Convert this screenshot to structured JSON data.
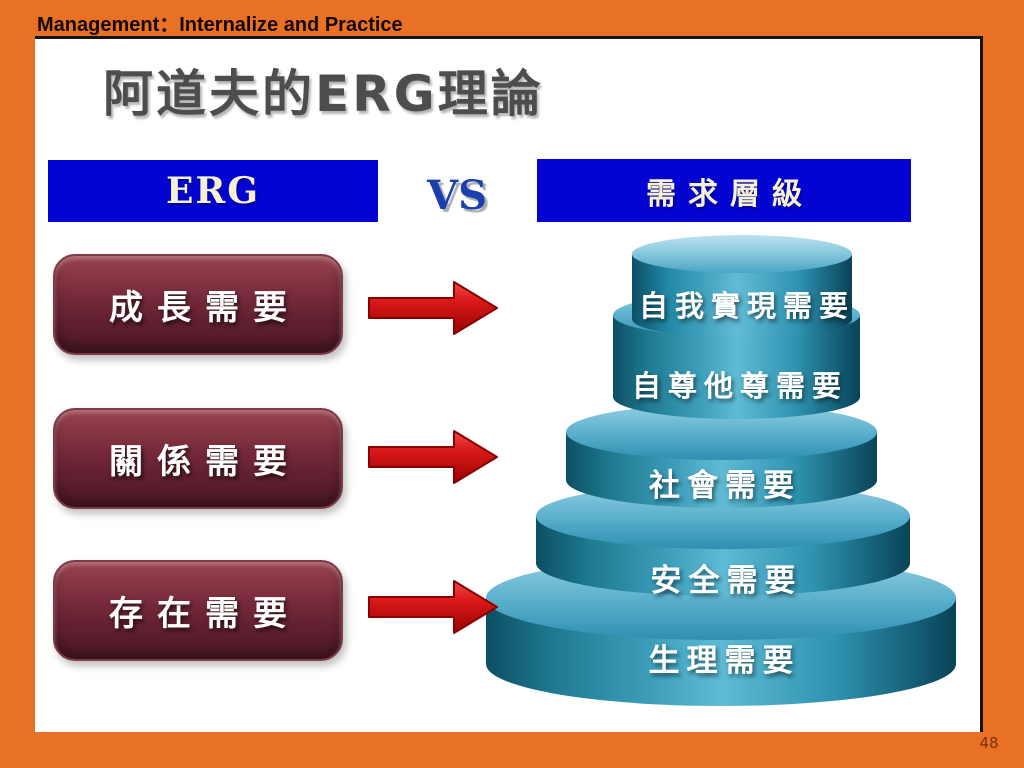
{
  "frame": {
    "header_text": "Management：Internalize and Practice",
    "page_number": "48"
  },
  "slide": {
    "title": "阿道夫的ERG理論",
    "comparison": {
      "left_header": "ERG",
      "vs_label": "VS",
      "right_header": "需求層級"
    },
    "erg_needs": [
      {
        "label": "成長需要"
      },
      {
        "label": "關係需要"
      },
      {
        "label": "存在需要"
      }
    ],
    "hierarchy_levels": [
      {
        "label": "自我實現需要"
      },
      {
        "label": "自尊他尊需要"
      },
      {
        "label": "社會需要"
      },
      {
        "label": "安全需要"
      },
      {
        "label": "生理需要"
      }
    ],
    "colors": {
      "frame_orange": "#E87126",
      "header_bar_blue": "#0404D2",
      "need_box_maroon": "#6B2533",
      "arrow_red": "#C81414",
      "pyramid_teal": "#2F93B2"
    }
  }
}
